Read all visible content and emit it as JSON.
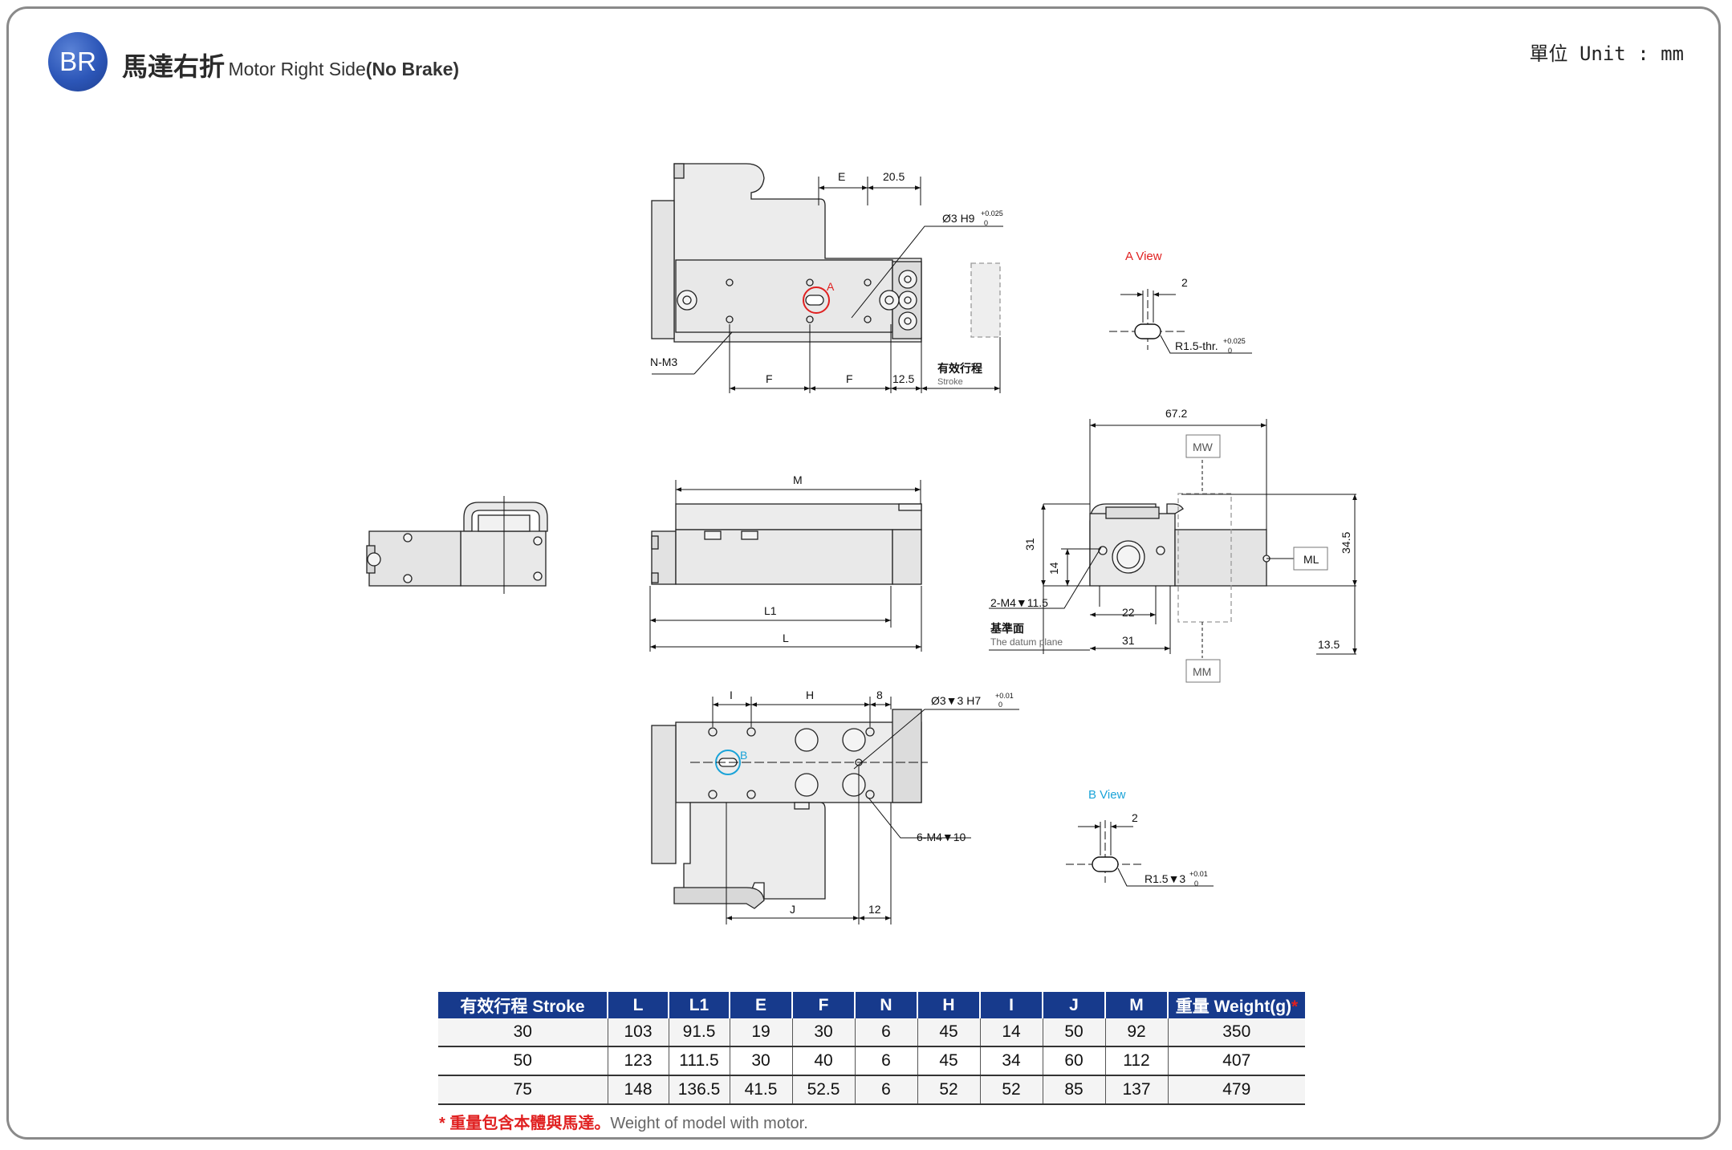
{
  "header": {
    "badge": "BR",
    "title_zh": "馬達右折",
    "title_en": "Motor Right Side",
    "title_en_bold": "(No Brake)",
    "unit": "單位 Unit : mm"
  },
  "drawing": {
    "top_view": {
      "dim_e": "E",
      "dim_20_5": "20.5",
      "hole_note": "Ø3 H9",
      "hole_tol": "+0.025",
      "hole_tol_low": "0",
      "marker": "A",
      "tap_note": "N-M3",
      "dim_f1": "F",
      "dim_f2": "F",
      "dim_12_5": "12.5",
      "stroke_zh": "有效行程",
      "stroke_en": "Stroke"
    },
    "a_view": {
      "title": "A View",
      "dim_2": "2",
      "slot_note": "R1.5-thr.",
      "slot_tol": "+0.025",
      "slot_tol_low": "0"
    },
    "side_view": {
      "dim_m": "M",
      "dim_l1": "L1",
      "dim_l": "L"
    },
    "end_view": {
      "dim_67_2": "67.2",
      "mw": "MW",
      "ml": "ML",
      "mm": "MM",
      "dim_31v": "31",
      "dim_14": "14",
      "dim_34_5": "34.5",
      "tap_note": "2-M4▼11.5",
      "datum_zh": "基準面",
      "datum_en": "The datum plane",
      "dim_22": "22",
      "dim_31h": "31",
      "dim_13_5": "13.5"
    },
    "bottom_view": {
      "dim_i": "I",
      "dim_h": "H",
      "dim_8": "8",
      "hole_note": "Ø3▼3 H7",
      "hole_tol": "+0.01",
      "hole_tol_low": "0",
      "marker": "B",
      "tap_note": "6-M4▼10",
      "dim_j": "J",
      "dim_12": "12"
    },
    "b_view": {
      "title": "B View",
      "dim_2": "2",
      "slot_note": "R1.5▼3",
      "slot_tol": "+0.01",
      "slot_tol_low": "0"
    }
  },
  "table": {
    "headers": [
      "有效行程 Stroke",
      "L",
      "L1",
      "E",
      "F",
      "N",
      "H",
      "I",
      "J",
      "M",
      "重量 Weight(g)"
    ],
    "header_star": "*",
    "rows": [
      [
        "30",
        "103",
        "91.5",
        "19",
        "30",
        "6",
        "45",
        "14",
        "50",
        "92",
        "350"
      ],
      [
        "50",
        "123",
        "111.5",
        "30",
        "40",
        "6",
        "45",
        "34",
        "60",
        "112",
        "407"
      ],
      [
        "75",
        "148",
        "136.5",
        "41.5",
        "52.5",
        "6",
        "52",
        "52",
        "85",
        "137",
        "479"
      ]
    ]
  },
  "note": {
    "zh": "* 重量包含本體與馬達。",
    "en": "Weight of model with motor."
  },
  "colors": {
    "brand_blue": "#173a8c",
    "marker_red": "#e02020",
    "marker_cyan": "#1aa3d8"
  }
}
